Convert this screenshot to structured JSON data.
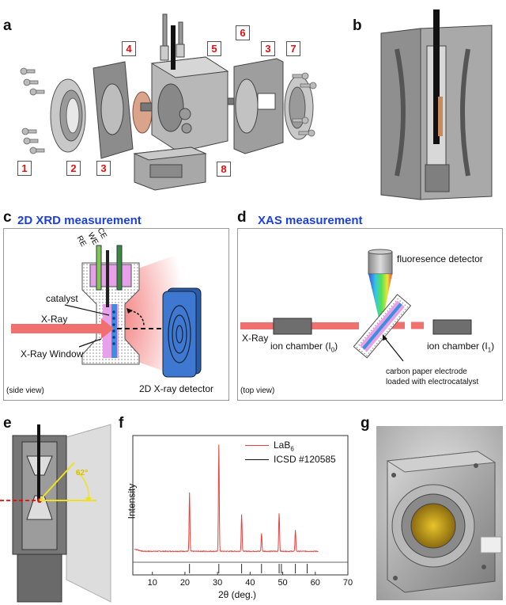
{
  "panels": {
    "a": {
      "letter": "a",
      "callouts": [
        "1",
        "2",
        "3",
        "4",
        "5",
        "6",
        "3",
        "7",
        "8"
      ]
    },
    "b": {
      "letter": "b"
    },
    "c": {
      "letter": "c",
      "title": "2D XRD measurement",
      "labels": {
        "ce": "CE",
        "we": "WE",
        "re": "RE",
        "catalyst": "catalyst",
        "xray": "X-Ray",
        "window": "X-Ray Window",
        "view": "(side view)",
        "detector": "2D X-ray detector"
      }
    },
    "d": {
      "letter": "d",
      "title": "XAS measurement",
      "labels": {
        "fluo": "fluoresence detector",
        "xray": "X-Ray",
        "ion0": "ion chamber (I",
        "ion0_sub": "0",
        "ion1": "ion chamber (I",
        "ion1_sub": "1",
        "close": ")",
        "electrode1": "carbon paper electrode",
        "electrode2": "loaded with electrocatalyst",
        "view": "(top view)"
      }
    },
    "e": {
      "letter": "e",
      "angle": "62°"
    },
    "f": {
      "letter": "f",
      "ylabel": "Intensity",
      "xlabel": "2θ (deg.)"
    },
    "g": {
      "letter": "g"
    }
  },
  "chart_data": {
    "type": "line",
    "xlabel": "2θ (deg.)",
    "ylabel": "Intensity",
    "xlim": [
      4,
      70
    ],
    "xticks": [
      10,
      20,
      30,
      40,
      50,
      60,
      70
    ],
    "legend": [
      {
        "name": "LaB",
        "sub": "6",
        "color": "#e8423f"
      },
      {
        "name": "ICSD #120585",
        "sub": "",
        "color": "#111111"
      }
    ],
    "series": [
      {
        "name": "LaB6",
        "color": "#e8423f",
        "peaks": [
          [
            21.4,
            0.52
          ],
          [
            30.4,
            0.95
          ],
          [
            37.4,
            0.33
          ],
          [
            43.5,
            0.16
          ],
          [
            48.9,
            0.34
          ],
          [
            53.9,
            0.19
          ]
        ],
        "x_start": 4.5,
        "x_end": 61
      }
    ],
    "reference_sticks": [
      21.4,
      30.4,
      37.4,
      43.5,
      48.9,
      49.6,
      53.9,
      57.5
    ]
  },
  "colors": {
    "title_blue": "#1b3ee8",
    "callout_red": "#d11111",
    "xray_red": "#f07070",
    "pink": "#e8a0e8"
  }
}
